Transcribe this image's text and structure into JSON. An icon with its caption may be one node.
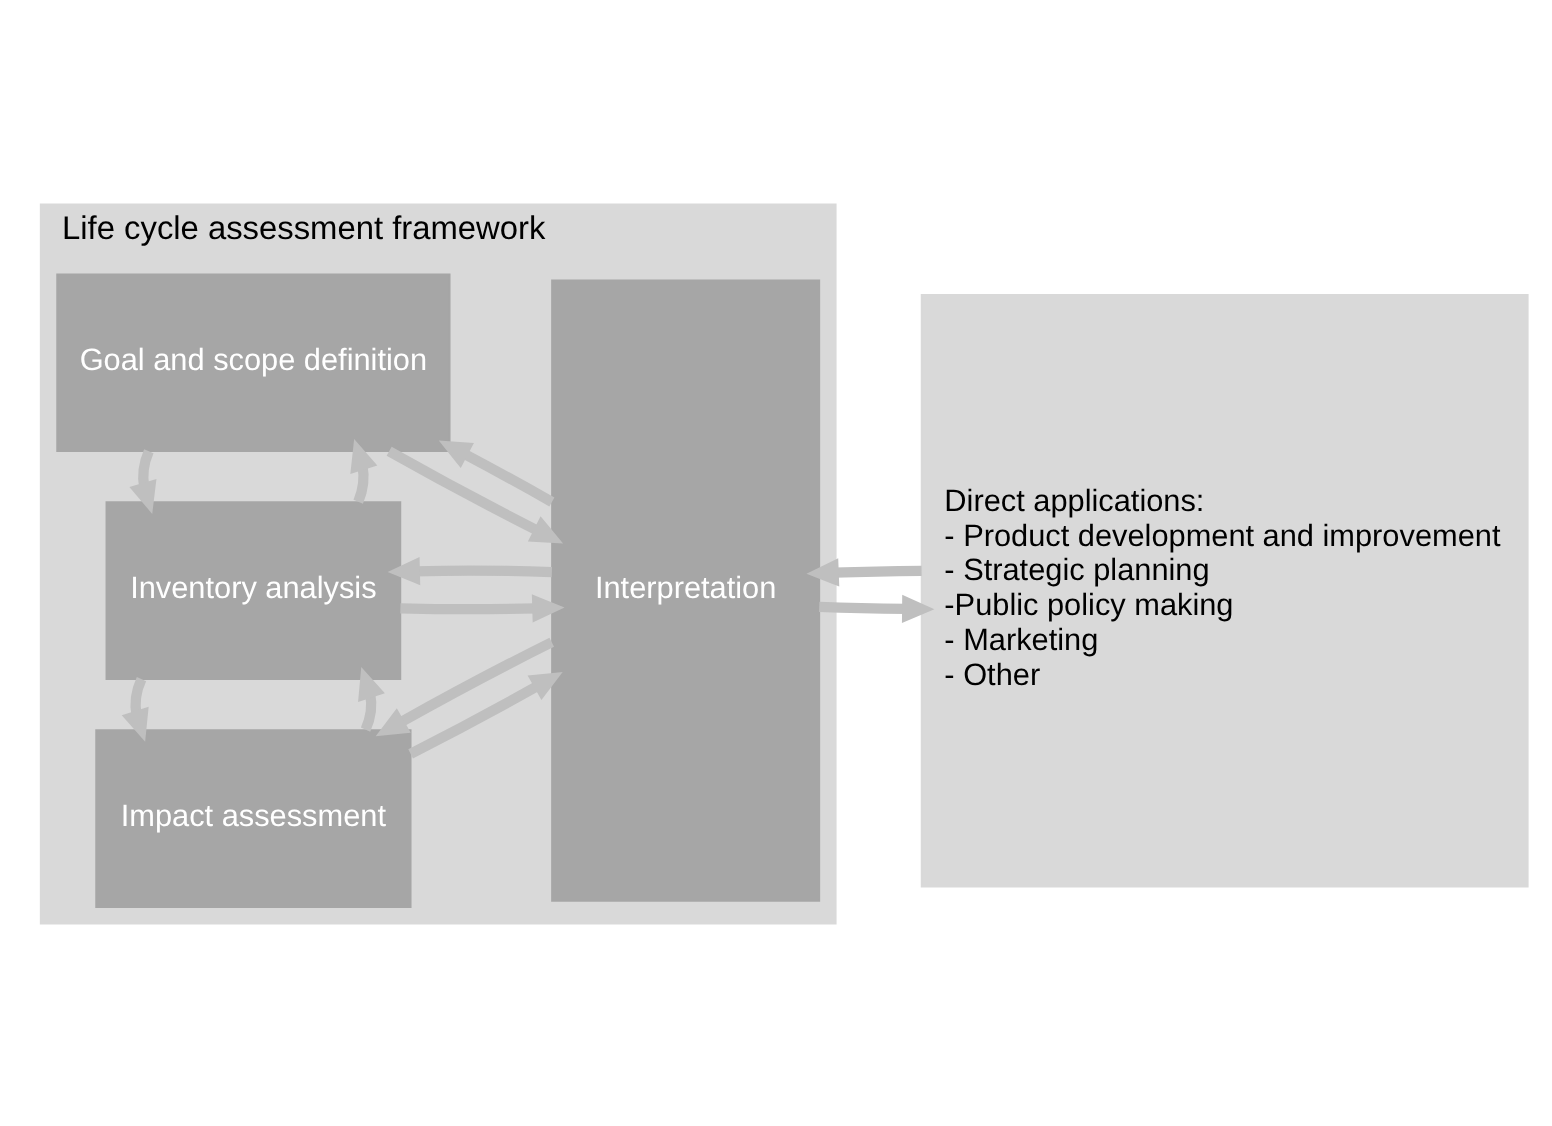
{
  "diagram": {
    "nodes": [
      {
        "text": [
          "Life cycle assessment framework"
        ]
      },
      {
        "text": [
          "Goal and scope definition"
        ],
        "in": 0
      },
      {
        "text": [
          "Inventory analysis"
        ],
        "in": 0
      },
      {
        "text": [
          "Impact assessment"
        ],
        "in": 0
      },
      {
        "text": [
          "Interpretation"
        ],
        "in": 0
      },
      {
        "text": [
          "Direct applications:",
          "- Product development and improvement",
          "- Strategic planning",
          "-Public policy making",
          "- Marketing",
          "- Other"
        ]
      }
    ],
    "edges": [
      {
        "from": 4,
        "to": 1,
        "arrow": "to"
      },
      {
        "from": 1,
        "to": 4,
        "arrow": "to"
      },
      {
        "from": 2,
        "to": 1,
        "arrow": "to"
      },
      {
        "from": 1,
        "to": 2,
        "arrow": "to"
      },
      {
        "from": 4,
        "to": 2,
        "arrow": "to"
      },
      {
        "from": 2,
        "to": 4,
        "arrow": "to"
      },
      {
        "from": 3,
        "to": 2,
        "arrow": "to"
      },
      {
        "from": 2,
        "to": 3,
        "arrow": "to"
      },
      {
        "from": 4,
        "to": 3,
        "arrow": "to"
      },
      {
        "from": 3,
        "to": 4,
        "arrow": "to"
      },
      {
        "from": 5,
        "to": 4,
        "arrow": "to"
      },
      {
        "from": 4,
        "to": 5,
        "arrow": "to"
      }
    ]
  }
}
